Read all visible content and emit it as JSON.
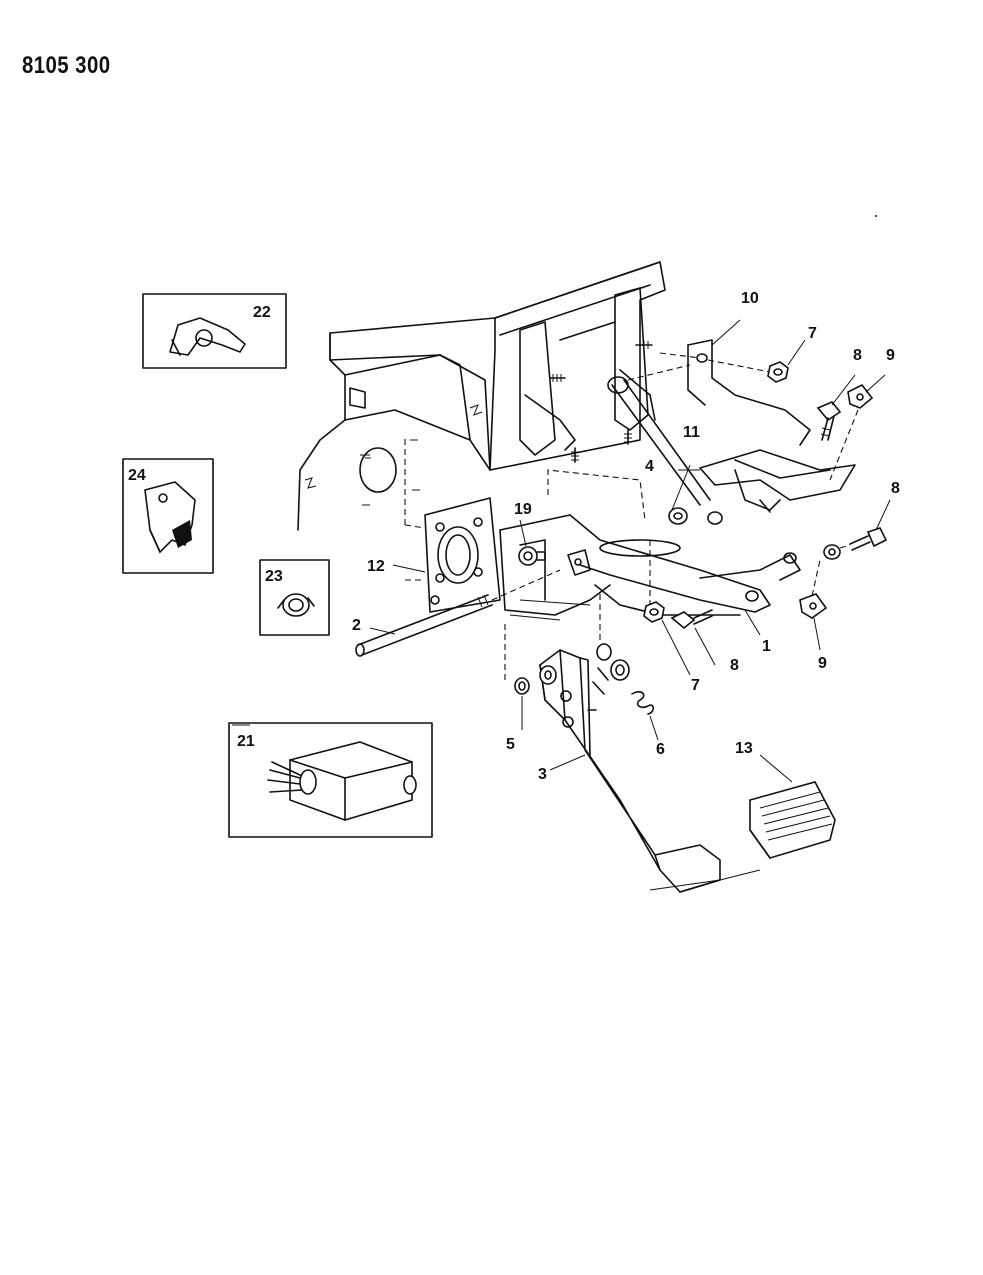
{
  "page_code": "8105 300",
  "callouts": {
    "c1": "1",
    "c2": "2",
    "c3": "3",
    "c4": "4",
    "c5": "5",
    "c6": "6",
    "c7a": "7",
    "c7b": "7",
    "c8a": "8",
    "c8b": "8",
    "c8c": "8",
    "c9a": "9",
    "c9b": "9",
    "c10": "10",
    "c11": "11",
    "c12": "12",
    "c13": "13",
    "c19": "19",
    "c21": "21",
    "c22": "22",
    "c23": "23",
    "c24": "24"
  }
}
